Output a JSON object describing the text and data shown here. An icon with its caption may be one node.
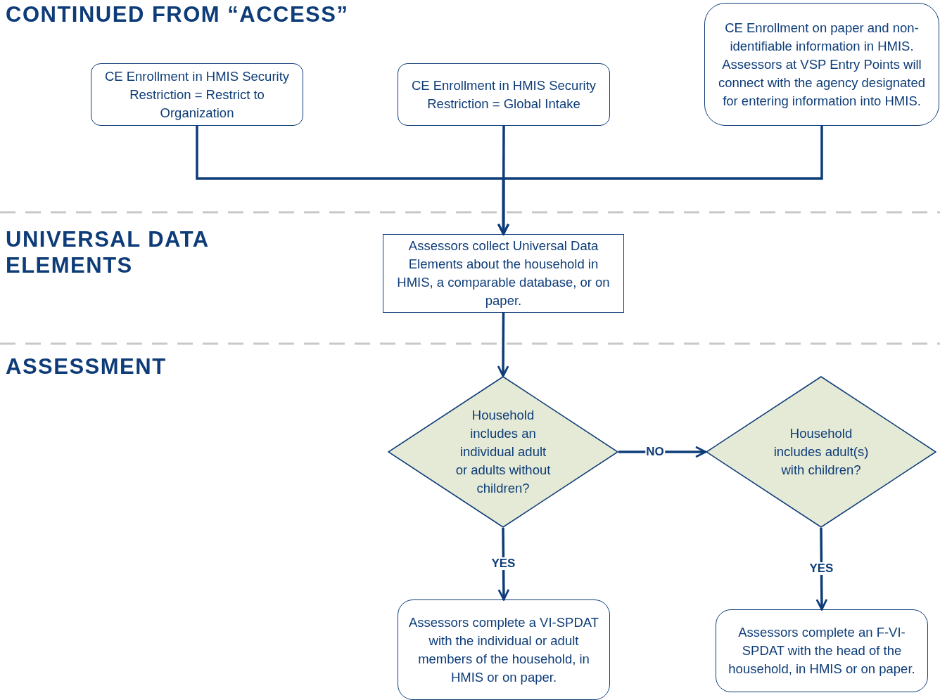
{
  "diagram": {
    "nodes": [
      {
        "text": [
          "CE Enrollment in HMIS Security Restriction = Restrict to Organization"
        ]
      },
      {
        "text": [
          "CE Enrollment in HMIS Security Restriction = Global Intake"
        ]
      },
      {
        "text": [
          "CE Enrollment on paper and non-identifiable information in HMIS. Assessors at VSP Entry Points will connect with the agency designated for entering information into HMIS."
        ]
      },
      {
        "text": [
          "Assessors collect Universal Data Elements about the household in HMIS, a comparable database, or on paper."
        ]
      },
      {
        "text": [
          "Household includes an individual adult or adults without children?"
        ]
      },
      {
        "text": [
          "Household includes adult(s) with children?"
        ]
      },
      {
        "text": [
          "Assessors complete a VI-SPDAT with the individual or adult members of the household, in HMIS or on paper."
        ]
      },
      {
        "text": [
          "Assessors complete an F-VI-SPDAT with the head of the household, in HMIS or on paper."
        ]
      }
    ],
    "edges": [
      {
        "from": 0,
        "to": 3,
        "arrow": "to"
      },
      {
        "from": 1,
        "to": 3,
        "arrow": "to"
      },
      {
        "from": 2,
        "to": 3,
        "arrow": "to"
      },
      {
        "from": 3,
        "to": 4,
        "arrow": "to"
      },
      {
        "from": 4,
        "to": 5,
        "arrow": "to",
        "label": "NO"
      },
      {
        "from": 4,
        "to": 6,
        "arrow": "to",
        "label": "YES"
      },
      {
        "from": 5,
        "to": 7,
        "arrow": "to",
        "label": "YES"
      }
    ],
    "labels": [
      "CONTINUED FROM “ACCESS”",
      "UNIVERSAL DATA ELEMENTS",
      "ASSESSMENT"
    ]
  }
}
